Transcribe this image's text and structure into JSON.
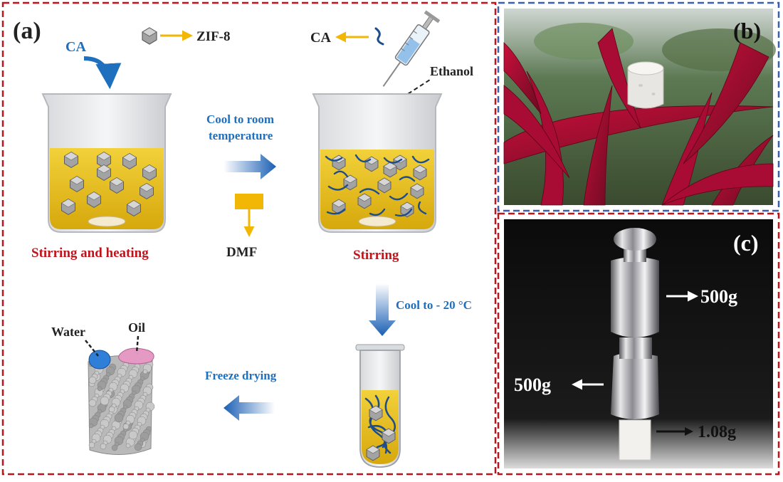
{
  "panel_a": {
    "letter": "(a)",
    "ca_label_1": "CA",
    "zif8_label": "ZIF-8",
    "ca_label_2": "CA",
    "ethanol_label": "Ethanol",
    "step1_line1": "Cool to room",
    "step1_line2": "temperature",
    "beaker1_caption": "Stirring and heating",
    "dmf_label": "DMF",
    "beaker2_caption": "Stirring",
    "step2_label": "Cool to - 20 °C",
    "water_label": "Water",
    "oil_label": "Oil",
    "step3_label": "Freeze drying"
  },
  "panel_b": {
    "letter": "(b)"
  },
  "panel_c": {
    "letter": "(c)",
    "weight_top": "500g",
    "weight_bottom": "500g",
    "sample_mass": "1.08g"
  },
  "colors": {
    "frame_red": "#c0141c",
    "frame_blue": "#3a5fb0",
    "caption_red": "#c0141c",
    "step_blue": "#1f6fbf",
    "arrow_yellow": "#f2b705",
    "solution_yellow": "#e8c020",
    "particle_gray": "#9a9a9a",
    "fiber_blue": "#1d4d8c"
  }
}
